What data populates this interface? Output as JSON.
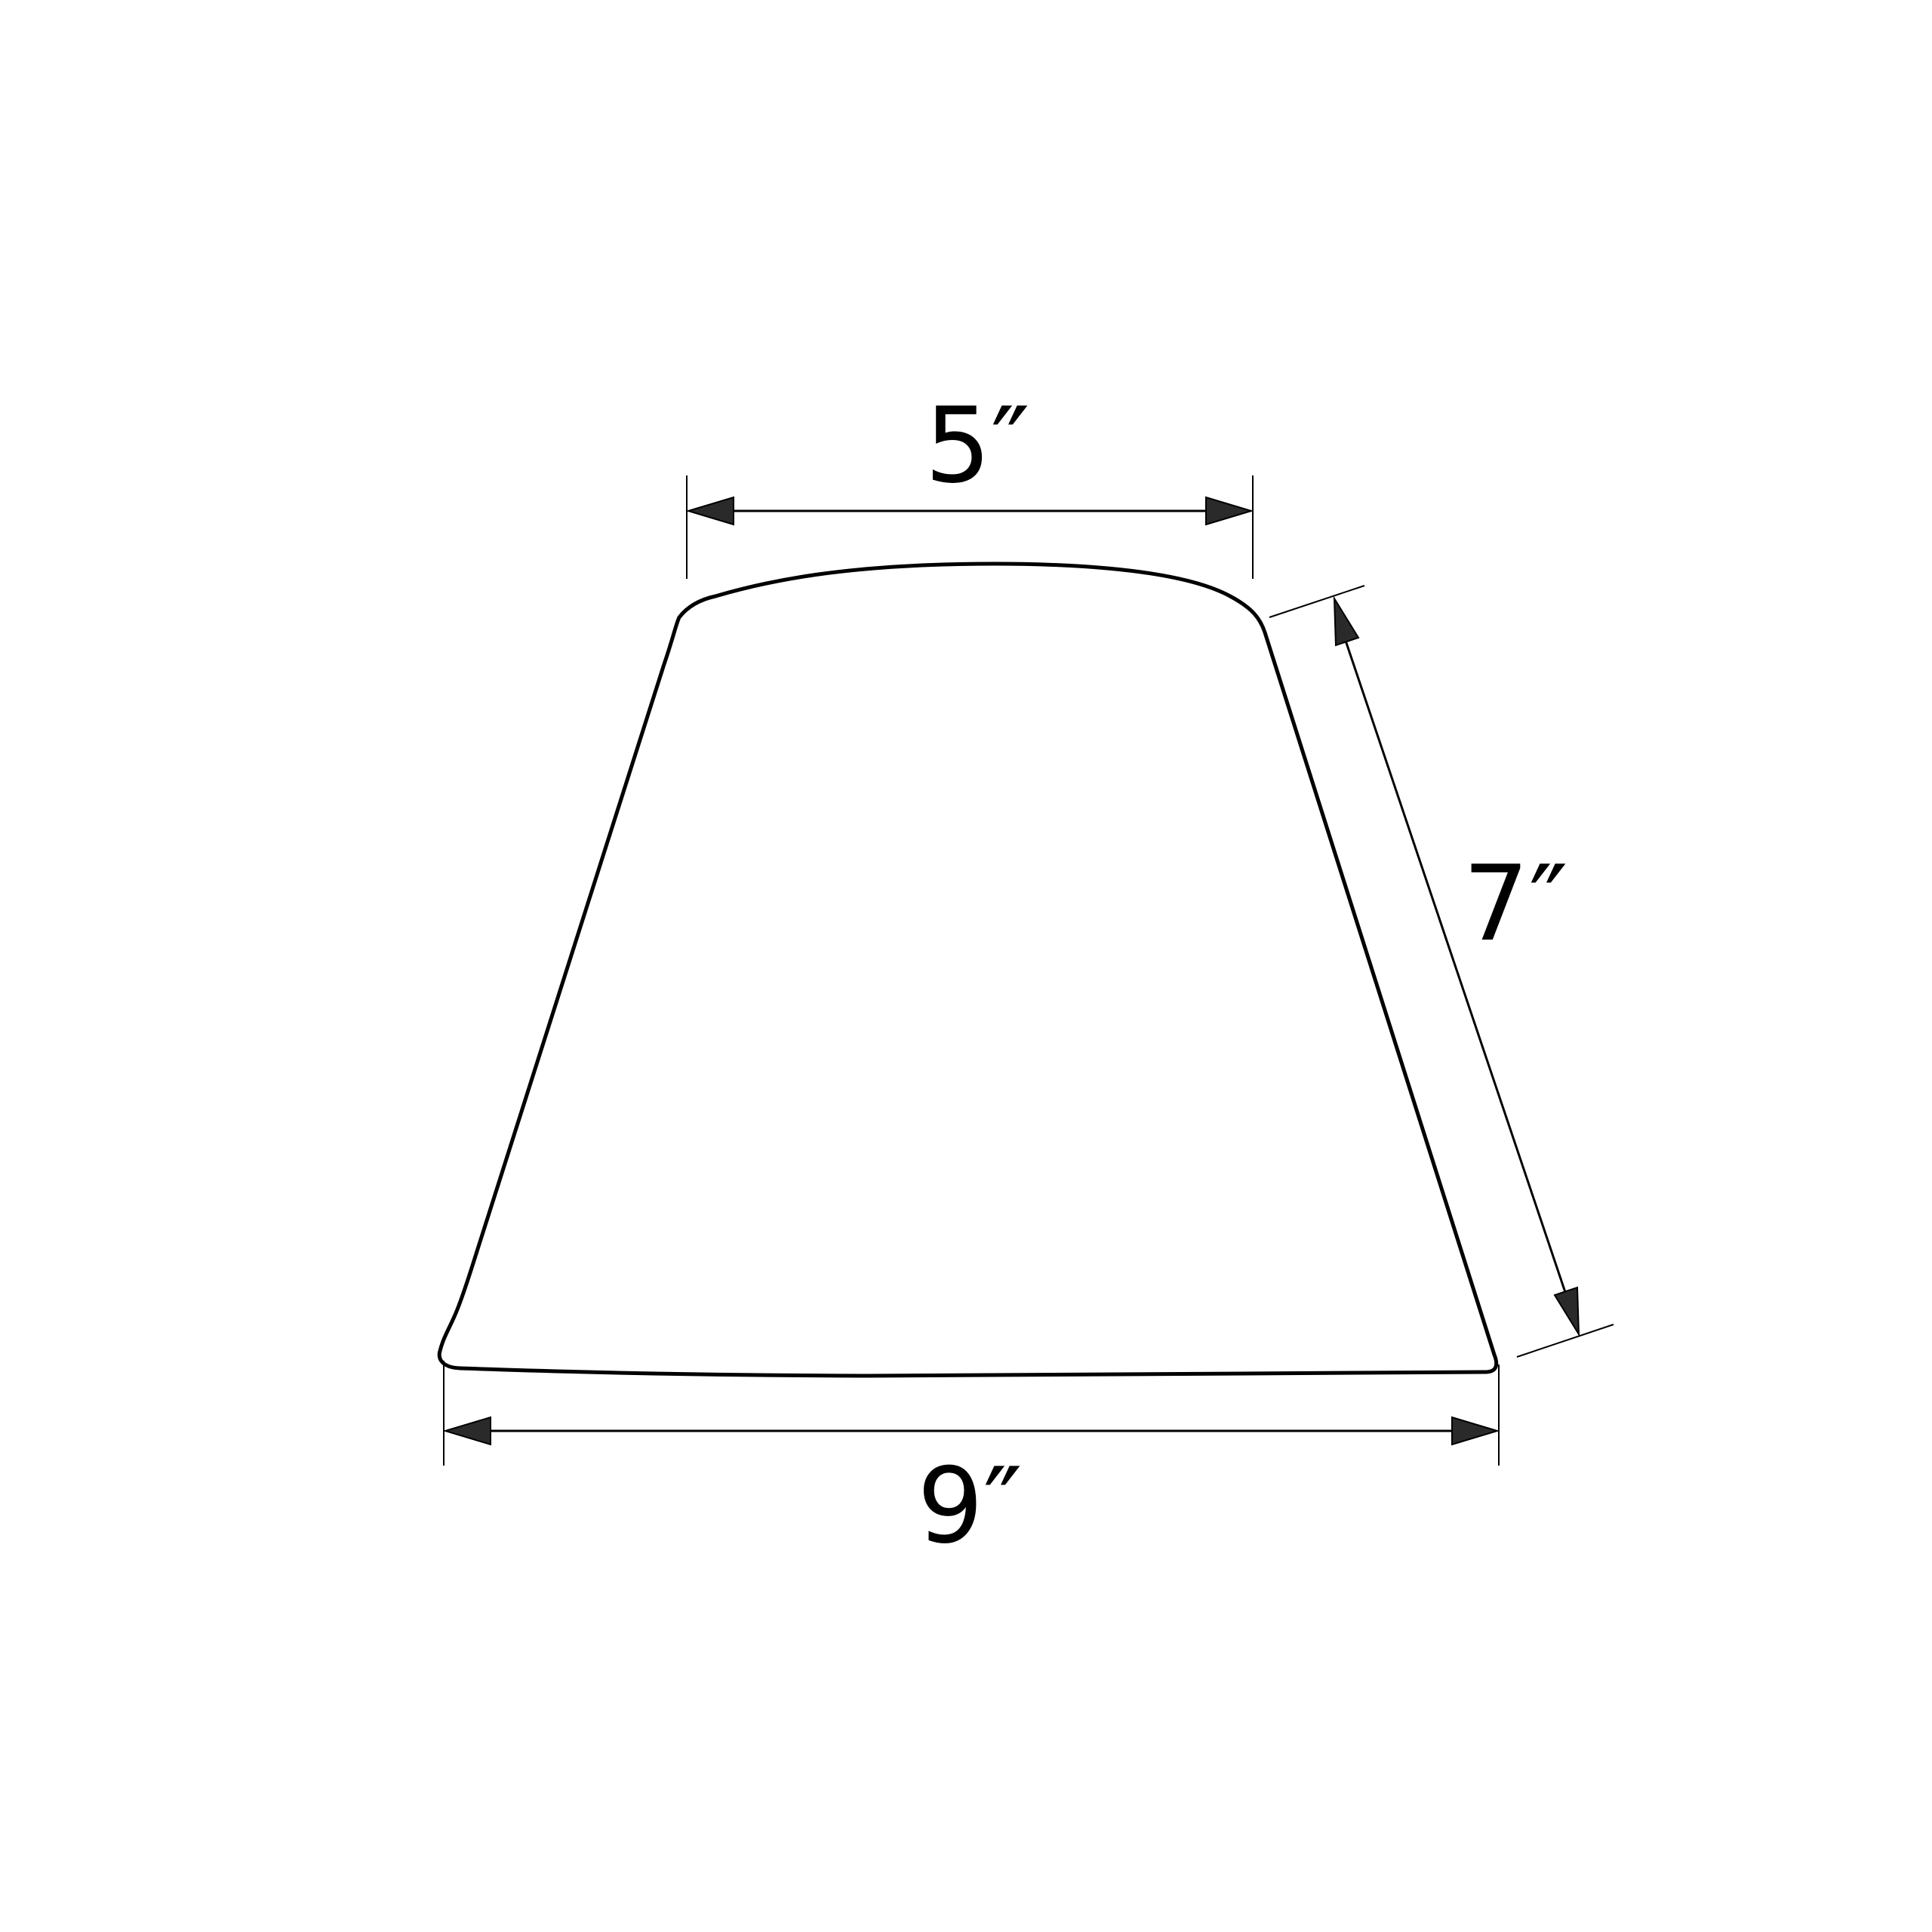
{
  "diagram": {
    "top_width": "5″",
    "slant_height": "7″",
    "bottom_width": "9″"
  },
  "colors": {
    "outline": "#000000",
    "arrowhead": "#2a2a2a",
    "background": "#ffffff"
  }
}
